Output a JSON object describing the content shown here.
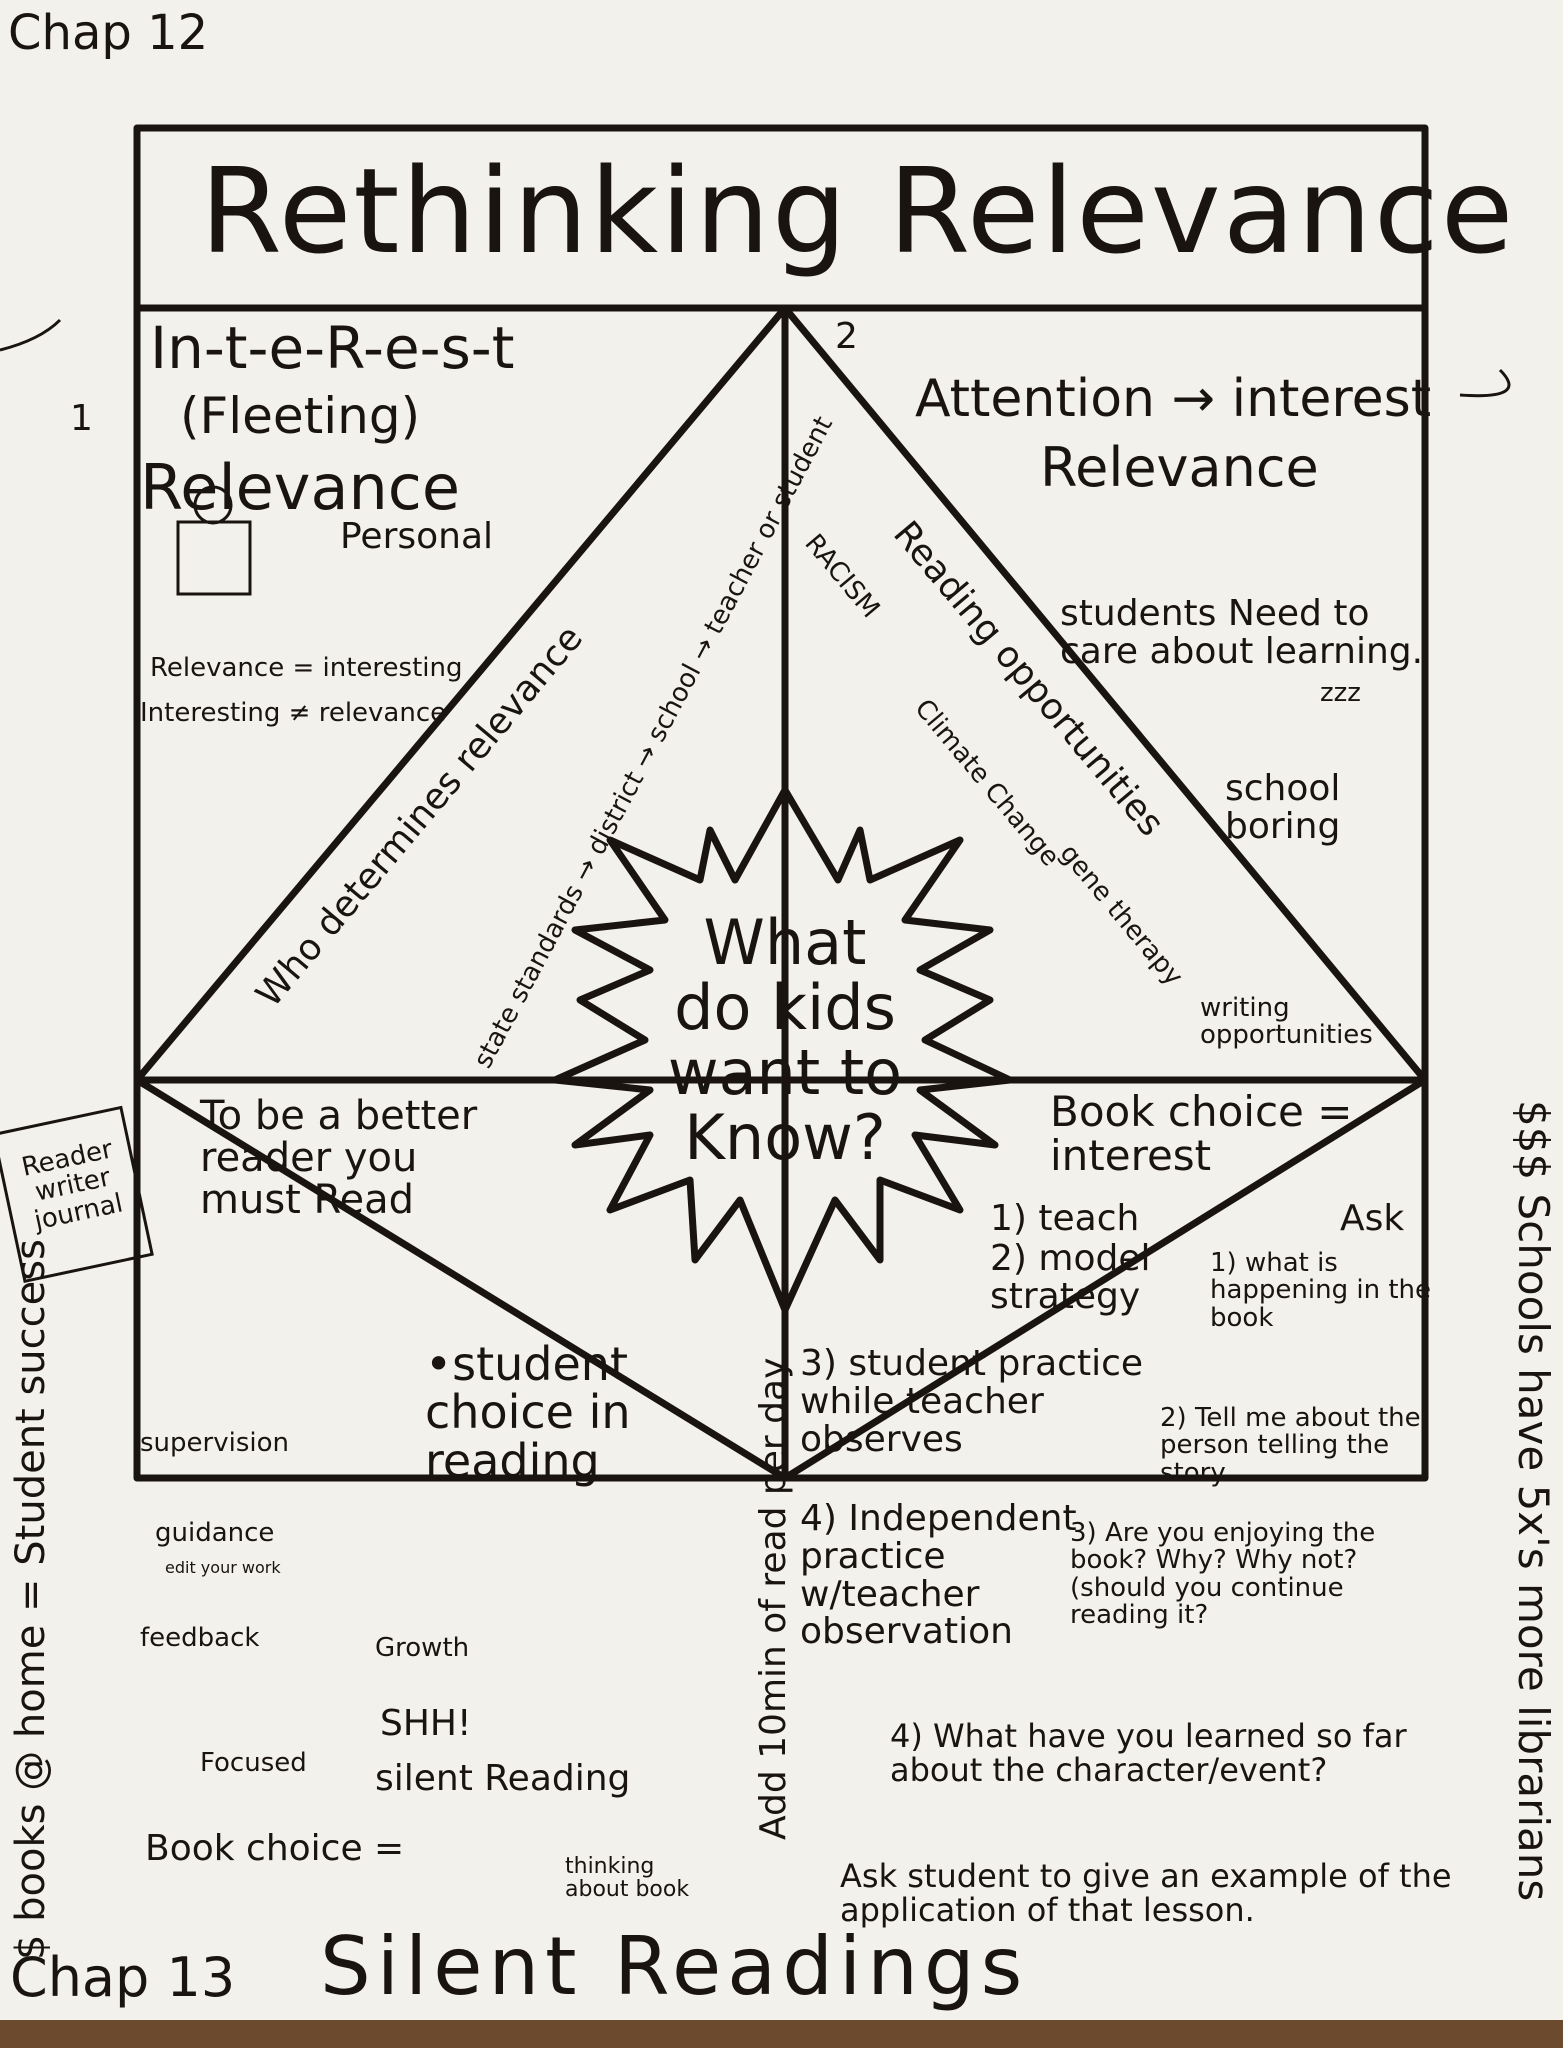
{
  "corner": {
    "top_left": "Chap 12",
    "bottom_left": "Chap 13",
    "bottom_title": "Silent Readings"
  },
  "title": "Rethinking Relevance",
  "center_question": [
    "What",
    "do kids",
    "want to",
    "Know?"
  ],
  "q1": {
    "number": "1",
    "interest": "In-t-e-R-e-s-t",
    "fleeting": "(Fleeting)",
    "relevance": "Relevance",
    "personal": "Personal",
    "eq1": "Relevance = interesting",
    "eq2": "Interesting ≠ relevance",
    "diag_label": "Who determines relevance",
    "diag_chain": "state standards → district → school → teacher or student"
  },
  "q2": {
    "number": "2",
    "attention": "Attention → interest",
    "relevance": "Relevance",
    "students": "students Need to care about learning.",
    "zzz": "zzz",
    "school": "school boring",
    "diag_label": "Reading opportunities",
    "topics": [
      "RACISM",
      "Climate Change",
      "gene therapy"
    ],
    "writing": "writing opportunities"
  },
  "q3": {
    "journal": "Reader writer journal",
    "better": "To be a better reader you must Read",
    "student_choice": "•student choice in reading",
    "supervision": "supervision",
    "guidance": "guidance",
    "feedback": "feedback",
    "edit_note": "edit your work",
    "growth": "Growth",
    "shh": "SHH!",
    "focused": "Focused",
    "silent": "silent Reading",
    "book_choice": "Book choice =",
    "thinking": "thinking about book",
    "add_time": "Add 10min of read per day"
  },
  "q4": {
    "book_choice": "Book choice = interest",
    "steps": [
      "1) teach",
      "2) model strategy",
      "3) student practice while teacher observes",
      "4) Independent practice w/teacher observation"
    ],
    "ask": "Ask",
    "questions": [
      "1) what is happening in the book",
      "2) Tell me about the person telling the story",
      "3) Are you enjoying the book? Why? Why not? (should you continue reading it?",
      "4) What have you learned so far about the character/event?"
    ],
    "ask_student": "Ask student to give an example of the application of that lesson."
  },
  "margins": {
    "left": "$ books @ home = Student success",
    "right": "$$$ Schools have 5x's more librarians"
  }
}
